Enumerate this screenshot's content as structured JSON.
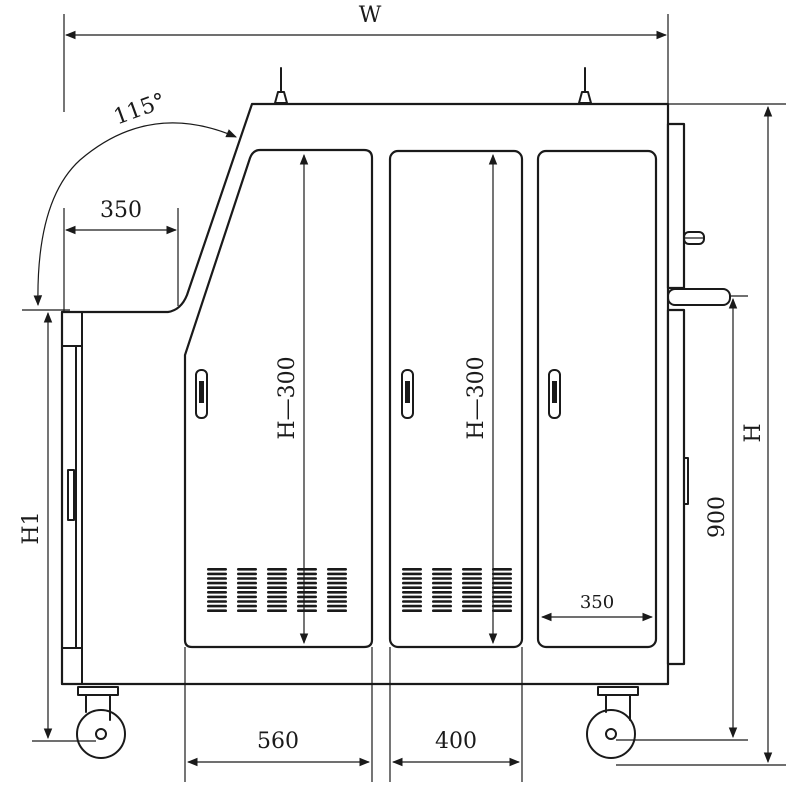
{
  "dimensions": {
    "width_label": "W",
    "angle_label": "115°",
    "top_depth_label": "350",
    "door_height_label_1": "H—300",
    "door_height_label_2": "H—300",
    "total_height_label": "H",
    "side_height_label": "900",
    "h1_label": "H1",
    "right_door_width_label": "350",
    "left_door_width_label": "560",
    "middle_door_width_label": "400"
  }
}
